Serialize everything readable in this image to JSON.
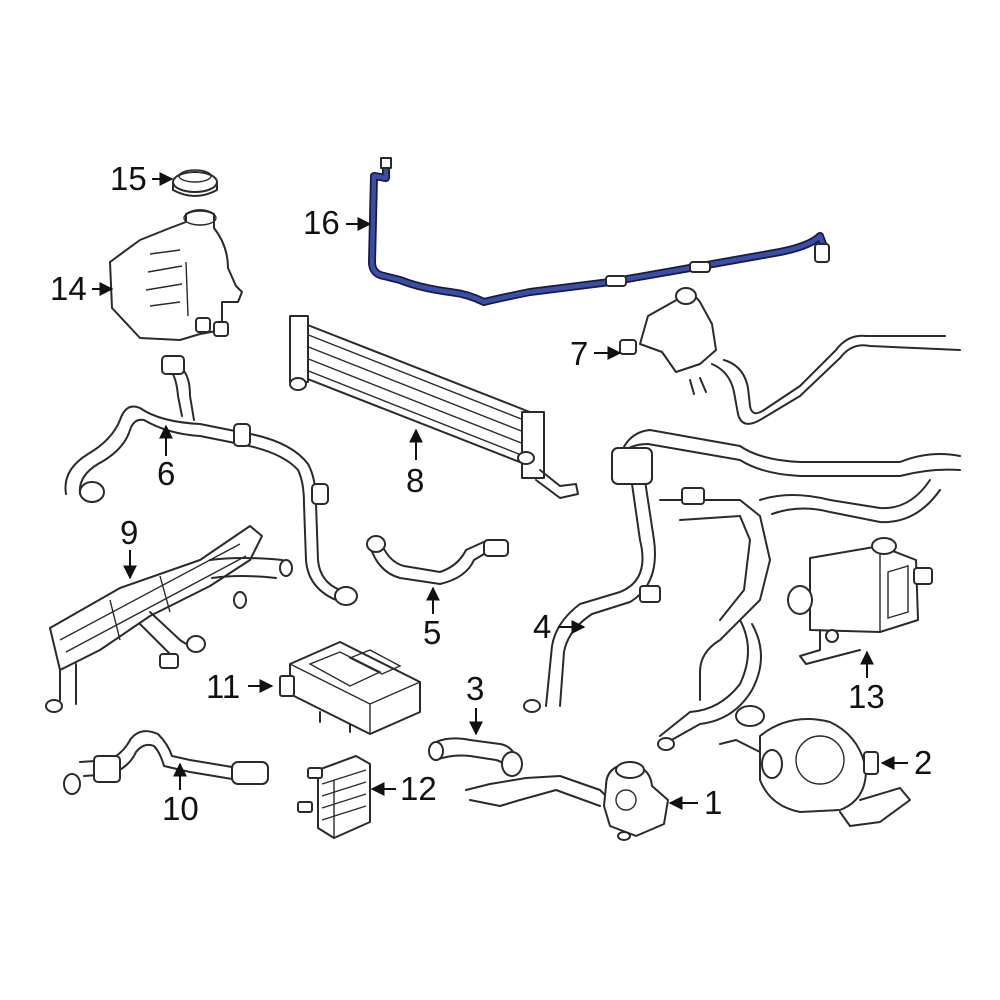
{
  "diagram": {
    "highlight_color": "#3a4ea8",
    "line_color": "#2a2a2a",
    "callouts": [
      {
        "id": "1",
        "label": "1"
      },
      {
        "id": "2",
        "label": "2"
      },
      {
        "id": "3",
        "label": "3"
      },
      {
        "id": "4",
        "label": "4"
      },
      {
        "id": "5",
        "label": "5"
      },
      {
        "id": "6",
        "label": "6"
      },
      {
        "id": "7",
        "label": "7"
      },
      {
        "id": "8",
        "label": "8"
      },
      {
        "id": "9",
        "label": "9"
      },
      {
        "id": "10",
        "label": "10"
      },
      {
        "id": "11",
        "label": "11"
      },
      {
        "id": "12",
        "label": "12"
      },
      {
        "id": "13",
        "label": "13"
      },
      {
        "id": "14",
        "label": "14"
      },
      {
        "id": "15",
        "label": "15"
      },
      {
        "id": "16",
        "label": "16"
      }
    ]
  }
}
